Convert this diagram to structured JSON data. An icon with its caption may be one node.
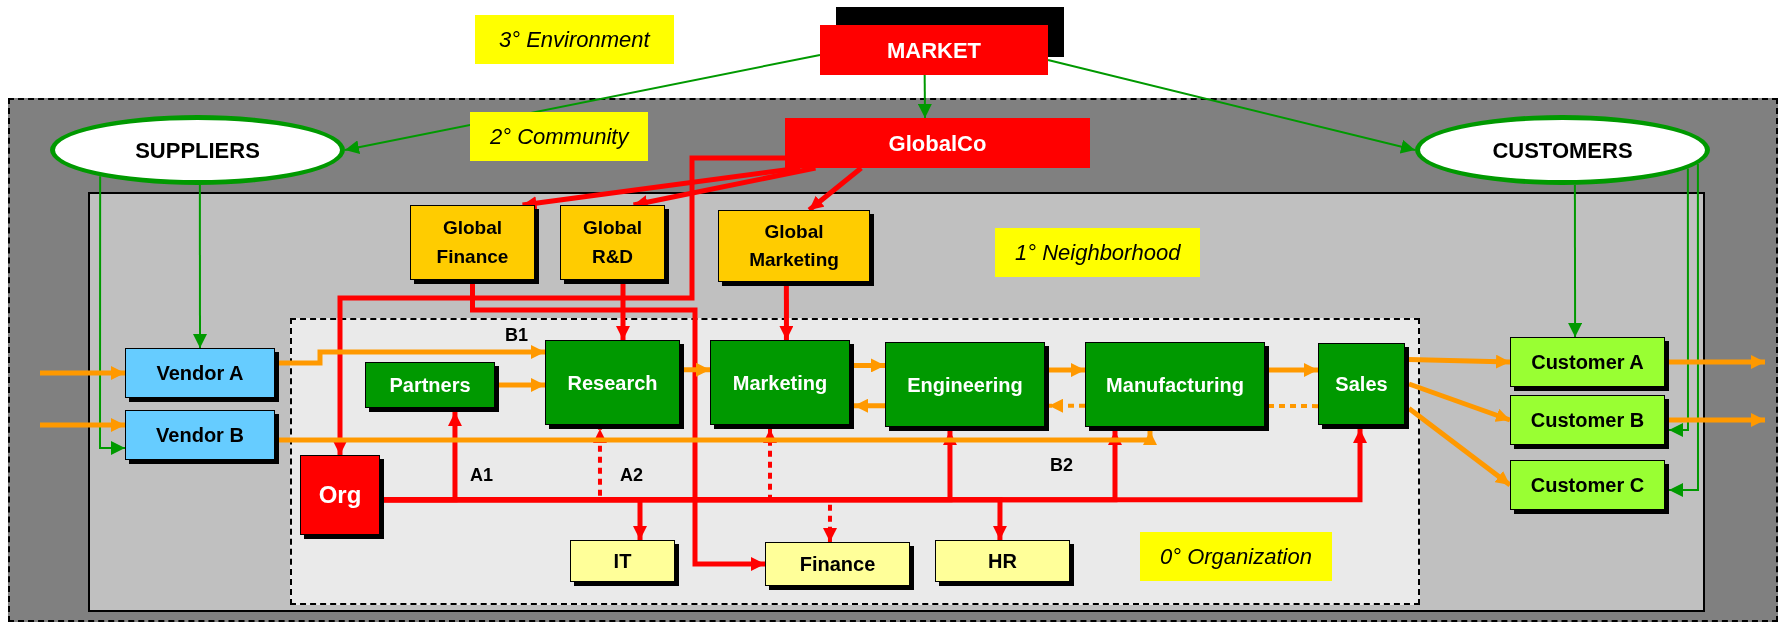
{
  "diagram": {
    "nodes": [
      {
        "text": [
          "MARKET"
        ]
      },
      {
        "text": [
          "2° Community"
        ]
      },
      {
        "text": [
          "SUPPLIERS"
        ],
        "in": 1
      },
      {
        "text": [
          "GlobalCo"
        ],
        "in": 1
      },
      {
        "text": [
          "CUSTOMERS"
        ],
        "in": 1
      },
      {
        "text": [
          "1° Neighborhood"
        ],
        "in": 1
      },
      {
        "text": [
          "Global Finance"
        ],
        "in": 5
      },
      {
        "text": [
          "Global R&D"
        ],
        "in": 5
      },
      {
        "text": [
          "Global Marketing"
        ],
        "in": 5
      },
      {
        "text": [
          "Vendor A"
        ],
        "in": 5
      },
      {
        "text": [
          "Vendor B"
        ],
        "in": 5
      },
      {
        "text": [
          "0° Organization"
        ],
        "in": 5
      },
      {
        "text": [
          "Org"
        ],
        "in": 11
      },
      {
        "text": [
          "Partners"
        ],
        "in": 11
      },
      {
        "text": [
          "Research"
        ],
        "in": 11
      },
      {
        "text": [
          "Marketing"
        ],
        "in": 11
      },
      {
        "text": [
          "Engineering"
        ],
        "in": 11
      },
      {
        "text": [
          "Manufacturing"
        ],
        "in": 11
      },
      {
        "text": [
          "Sales"
        ],
        "in": 11
      },
      {
        "text": [
          "IT"
        ],
        "in": 11
      },
      {
        "text": [
          "Finance"
        ],
        "in": 11
      },
      {
        "text": [
          "HR"
        ],
        "in": 11
      },
      {
        "text": [
          "Customer A"
        ],
        "in": 5
      },
      {
        "text": [
          "Customer B"
        ],
        "in": 5
      },
      {
        "text": [
          "Customer C"
        ],
        "in": 5
      }
    ],
    "edges": [
      {
        "from": 0,
        "to": 2,
        "arrow": "to",
        "color": "#009900"
      },
      {
        "from": 0,
        "to": 3,
        "arrow": "to",
        "color": "#009900"
      },
      {
        "from": 0,
        "to": 4,
        "arrow": "to",
        "color": "#009900"
      },
      {
        "from": 2,
        "to": 9,
        "arrow": "to",
        "color": "#009900"
      },
      {
        "from": 2,
        "to": 10,
        "arrow": "to",
        "color": "#009900"
      },
      {
        "from": 4,
        "to": 22,
        "arrow": "to",
        "color": "#009900"
      },
      {
        "from": 4,
        "to": 23,
        "arrow": "to",
        "color": "#009900"
      },
      {
        "from": 4,
        "to": 24,
        "arrow": "to",
        "color": "#009900"
      },
      {
        "from": 3,
        "to": 6,
        "arrow": "to",
        "color": "#ff0000"
      },
      {
        "from": 3,
        "to": 7,
        "arrow": "to",
        "color": "#ff0000"
      },
      {
        "from": 3,
        "to": 8,
        "arrow": "to",
        "color": "#ff0000"
      },
      {
        "from": 3,
        "to": 12,
        "arrow": "to",
        "color": "#ff0000"
      },
      {
        "from": 6,
        "to": 20,
        "arrow": "to",
        "color": "#ff0000"
      },
      {
        "from": 7,
        "to": 14,
        "arrow": "to",
        "color": "#ff0000"
      },
      {
        "from": 8,
        "to": 15,
        "arrow": "to",
        "color": "#ff0000"
      },
      {
        "from": 12,
        "to": 13,
        "arrow": "to",
        "color": "#ff0000"
      },
      {
        "from": 12,
        "to": 14,
        "arrow": "to",
        "style": "dashed",
        "color": "#ff0000"
      },
      {
        "from": 12,
        "to": 15,
        "arrow": "to",
        "style": "dashed",
        "color": "#ff0000"
      },
      {
        "from": 12,
        "to": 16,
        "arrow": "to",
        "color": "#ff0000"
      },
      {
        "from": 12,
        "to": 17,
        "arrow": "to",
        "color": "#ff0000"
      },
      {
        "from": 12,
        "to": 18,
        "arrow": "to",
        "color": "#ff0000"
      },
      {
        "from": 12,
        "to": 19,
        "arrow": "to",
        "color": "#ff0000"
      },
      {
        "from": 12,
        "to": 20,
        "arrow": "to",
        "style": "dashed",
        "color": "#ff0000"
      },
      {
        "from": 12,
        "to": 21,
        "arrow": "to",
        "color": "#ff0000"
      },
      {
        "from": null,
        "to": 9,
        "arrow": "to",
        "color": "#ff9900"
      },
      {
        "from": null,
        "to": 10,
        "arrow": "to",
        "color": "#ff9900"
      },
      {
        "from": 9,
        "to": 14,
        "arrow": "to",
        "color": "#ff9900"
      },
      {
        "from": 10,
        "to": 17,
        "arrow": "to",
        "color": "#ff9900"
      },
      {
        "from": 13,
        "to": 14,
        "arrow": "to",
        "color": "#ff9900"
      },
      {
        "from": 14,
        "to": 15,
        "arrow": "to",
        "color": "#ff9900"
      },
      {
        "from": 15,
        "to": 16,
        "arrow": "to",
        "color": "#ff9900"
      },
      {
        "from": 16,
        "to": 17,
        "arrow": "to",
        "color": "#ff9900"
      },
      {
        "from": 17,
        "to": 18,
        "arrow": "to",
        "color": "#ff9900"
      },
      {
        "from": 16,
        "to": 15,
        "arrow": "to",
        "color": "#ff9900"
      },
      {
        "from": 17,
        "to": 16,
        "arrow": "to",
        "style": "dashed",
        "color": "#ff9900"
      },
      {
        "from": 18,
        "to": 17,
        "arrow": "none",
        "style": "dashed",
        "color": "#ff9900"
      },
      {
        "from": 18,
        "to": 22,
        "arrow": "to",
        "color": "#ff9900"
      },
      {
        "from": 18,
        "to": 23,
        "arrow": "to",
        "color": "#ff9900"
      },
      {
        "from": 18,
        "to": 24,
        "arrow": "to",
        "color": "#ff9900"
      },
      {
        "from": 22,
        "to": null,
        "arrow": "to",
        "color": "#ff9900"
      },
      {
        "from": 23,
        "to": null,
        "arrow": "to",
        "color": "#ff9900"
      }
    ],
    "labels": [
      "3° Environment",
      "B1",
      "A1",
      "A2",
      "B2"
    ]
  }
}
